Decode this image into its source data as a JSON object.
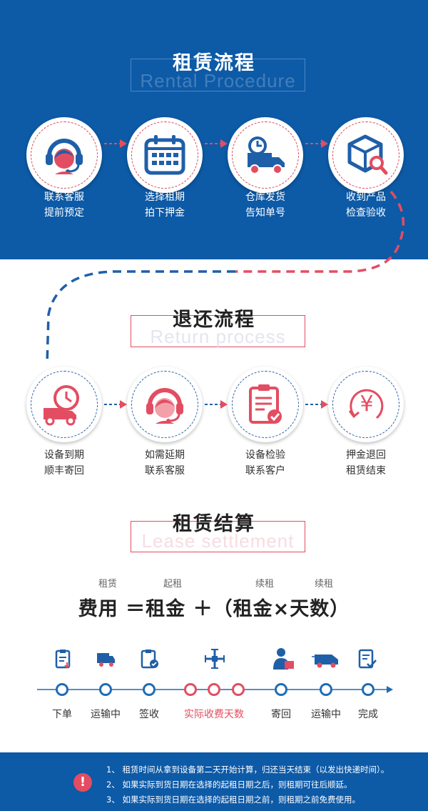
{
  "rental": {
    "title": "租赁流程",
    "subtitle": "Rental Procedure",
    "steps": [
      {
        "line1": "联系客服",
        "line2": "提前预定",
        "icon": "headset-agent-icon"
      },
      {
        "line1": "选择租期",
        "line2": "拍下押金",
        "icon": "calendar-icon"
      },
      {
        "line1": "仓库发货",
        "line2": "告知单号",
        "icon": "delivery-truck-icon"
      },
      {
        "line1": "收到产品",
        "line2": "检查验收",
        "icon": "package-inspect-icon"
      }
    ]
  },
  "return": {
    "title": "退还流程",
    "subtitle": "Return process",
    "steps": [
      {
        "line1": "设备到期",
        "line2": "顺丰寄回",
        "icon": "clock-truck-icon"
      },
      {
        "line1": "如需延期",
        "line2": "联系客服",
        "icon": "headset-agent-icon"
      },
      {
        "line1": "设备检验",
        "line2": "联系客户",
        "icon": "clipboard-check-icon"
      },
      {
        "line1": "押金退回",
        "line2": "租赁结束",
        "icon": "yen-refund-icon"
      }
    ]
  },
  "settlement": {
    "title": "租赁结算",
    "subtitle": "Lease settlement",
    "formula_small": [
      "租赁",
      "起租",
      "续租",
      "续租"
    ],
    "formula": "费用 ＝租金 ＋（租金×天数）"
  },
  "timeline": {
    "labels": [
      "下单",
      "运输中",
      "签收",
      "实际收费天数",
      "寄回",
      "运输中",
      "完成"
    ],
    "icons": [
      "order-clipboard-icon",
      "transport-truck-icon",
      "sign-clipboard-icon",
      "drone-icon",
      "courier-box-icon",
      "van-icon",
      "done-document-icon"
    ]
  },
  "notes": [
    "1、 租赁时间从拿到设备第二天开始计算，归还当天结束（以发出快递时间）。",
    "2、 如果实际到货日期在选择的起租日期之后，则租期可往后顺延。",
    "3、 如果实际到货日期在选择的起租日期之前，则租期之前免费使用。"
  ],
  "notice_mark": "!",
  "colors": {
    "brand_blue": "#0d5aa7",
    "accent_red": "#e34d61",
    "icon_blue": "#1f5fa8"
  }
}
